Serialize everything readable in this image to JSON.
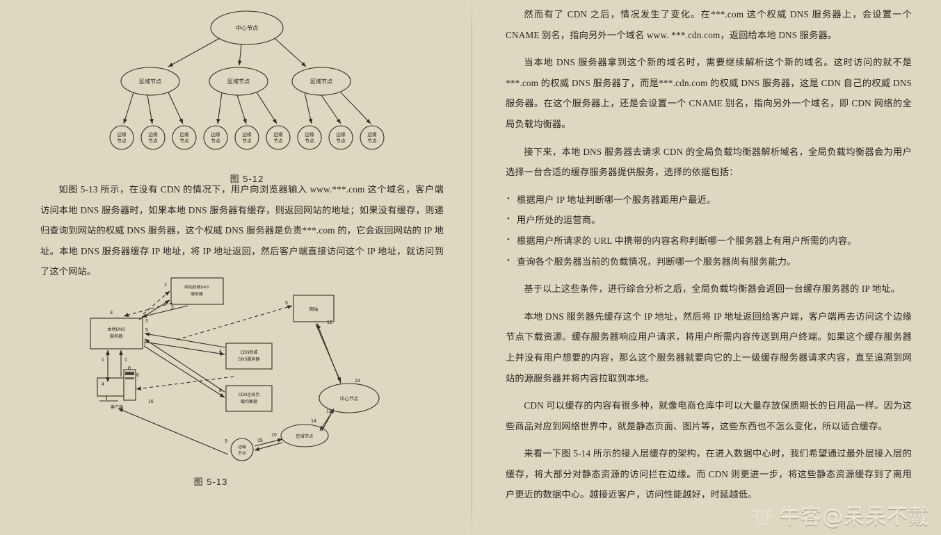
{
  "document": {
    "background_color": "#ddd8c0",
    "text_color": "#2a2622"
  },
  "left_page": {
    "figure_5_12": {
      "caption": "图 5-12",
      "root_label": "中心节点",
      "region_label": "区域节点",
      "edge_label_line1": "边缘",
      "edge_label_line2": "节点",
      "region_count": 3,
      "edges_per_region": 3
    },
    "paragraph": "如图 5-13 所示，在没有 CDN 的情况下，用户向浏览器输入 www.***.com 这个域名，客户端访问本地 DNS 服务器时，如果本地 DNS 服务器有缓存，则返回网站的地址；如果没有缓存，则递归查询到网站的权威 DNS 服务器，这个权威 DNS 服务器是负责***.com 的，它会返回网站的 IP 地址。本地 DNS 服务器缓存 IP 地址，将 IP 地址返回，然后客户端直接访问这个 IP 地址，就访问到了这个网站。",
    "figure_5_13": {
      "caption": "图 5-13",
      "nodes": {
        "site_auth_dns": "网站权威DNS服务器",
        "local_dns": "本地DNS服务器",
        "client": "客户端",
        "cdn_auth_dns_line1": "CDN权威",
        "cdn_auth_dns_line2": "DNS服务器",
        "cdn_glb_line1": "CDN全局负",
        "cdn_glb_line2": "载均衡器",
        "website": "网站",
        "center_node": "中心节点",
        "region_node": "区域节点",
        "edge_node_line1": "边缘",
        "edge_node_line2": "节点"
      },
      "step_numbers": [
        "1",
        "1",
        "2",
        "2",
        "3",
        "3",
        "4",
        "4",
        "5",
        "5",
        "6",
        "6",
        "7",
        "8",
        "9",
        "10",
        "11",
        "12",
        "13",
        "14",
        "15",
        "16"
      ]
    }
  },
  "right_page": {
    "paragraphs": [
      "然而有了 CDN 之后，情况发生了变化。在***.com 这个权威 DNS 服务器上，会设置一个 CNAME 别名，指向另外一个域名 www. ***.cdn.com，返回给本地 DNS 服务器。",
      "当本地 DNS 服务器拿到这个新的域名时，需要继续解析这个新的域名。这时访问的就不是***.com 的权威 DNS 服务器了，而是***.cdn.com 的权威 DNS 服务器，这是 CDN 自己的权威 DNS 服务器。在这个服务器上，还是会设置一个 CNAME 别名，指向另外一个域名，即 CDN 网络的全局负载均衡器。",
      "接下来，本地 DNS 服务器去请求 CDN 的全局负载均衡器解析域名，全局负载均衡器会为用户选择一台合适的缓存服务器提供服务，选择的依据包括："
    ],
    "bullets": [
      "根据用户 IP 地址判断哪一个服务器距用户最近。",
      "用户所处的运营商。",
      "根据用户所请求的 URL 中携带的内容名称判断哪一个服务器上有用户所需的内容。",
      "查询各个服务器当前的负载情况，判断哪一个服务器尚有服务能力。"
    ],
    "paragraphs_after": [
      "基于以上这些条件，进行综合分析之后，全局负载均衡器会返回一台缓存服务器的 IP 地址。",
      "本地 DNS 服务器先缓存这个 IP 地址，然后将 IP 地址返回给客户端，客户端再去访问这个边缘节点下载资源。缓存服务器响应用户请求，将用户所需内容传送到用户终端。如果这个缓存服务器上并没有用户想要的内容，那么这个服务器就要向它的上一级缓存服务器请求内容，直至追溯到网站的源服务器并将内容拉取到本地。",
      "CDN 可以缓存的内容有很多种，就像电商仓库中可以大量存放保质期长的日用品一样。因为这些商品对应到网络世界中，就是静态页面、图片等，这些东西也不怎么变化，所以适合缓存。",
      "来看一下图 5-14 所示的接入层缓存的架构，在进入数据中心时，我们希望通过最外层接入层的缓存，将大部分对静态资源的访问拦在边缘。而 CDN 则更进一步，将这些静态资源缓存到了离用户更近的数据中心。越接近客户，访问性能越好，时延越低。"
    ]
  },
  "watermark": {
    "text": "牛客@呆呆不戴",
    "logo_icon": "niuke-logo-icon",
    "color": "#e9e5d4"
  }
}
